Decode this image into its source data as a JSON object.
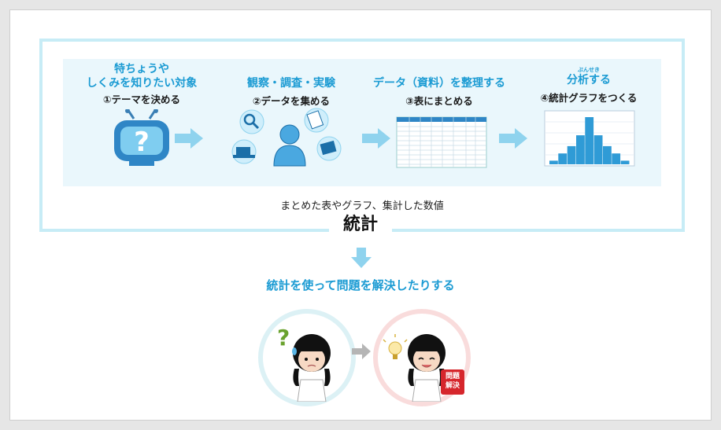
{
  "steps": [
    {
      "title_line1": "特ちょうや",
      "title_line2": "しくみを知りたい対象",
      "label": "①テーマを決める"
    },
    {
      "title_line1": "",
      "title_line2": "観察・調査・実験",
      "label": "②データを集める"
    },
    {
      "title_line1": "",
      "title_line2": "データ（資料）を整理する",
      "label": "③表にまとめる"
    },
    {
      "title_ruby": "ぶんせき",
      "title_line1": "",
      "title_line2": "分析する",
      "label": "④統計グラフをつくる"
    }
  ],
  "summary_caption": "まとめた表やグラフ、集計した数値",
  "badge": "統計",
  "goal_text": "統計を使って問題を解決したりする",
  "question_mark": "?",
  "problem_solved_badge": {
    "line1": "問題",
    "line2": "解決"
  },
  "histogram": {
    "values": [
      1,
      3,
      5,
      8,
      13,
      8,
      5,
      3,
      1
    ]
  },
  "colors": {
    "accent": "#1b9bd3",
    "panel": "#eaf7fc",
    "border": "#c7ecf6",
    "arrow": "#8fd3ee",
    "badge_red": "#d6262c"
  }
}
